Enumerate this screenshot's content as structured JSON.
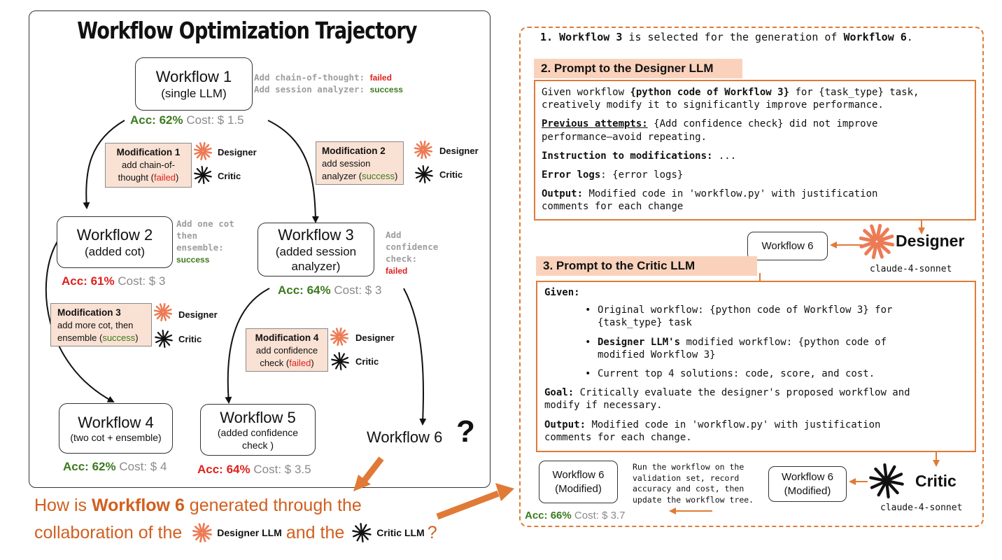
{
  "title": "Workflow Optimization Trajectory",
  "roles": {
    "designer": "Designer",
    "critic": "Critic"
  },
  "workflows": {
    "w1": {
      "name": "Workflow 1",
      "sub": "(single LLM)",
      "acc_label": "Acc:",
      "acc": "62%",
      "cost": "Cost: $ 1.5"
    },
    "w2": {
      "name": "Workflow 2",
      "sub": "(added cot)",
      "acc_label": "Acc:",
      "acc": "61%",
      "cost": "Cost: $ 3"
    },
    "w3": {
      "name": "Workflow 3",
      "sub1": "(added session",
      "sub2": "analyzer)",
      "acc_label": "Acc:",
      "acc": "64%",
      "cost": "Cost: $ 3"
    },
    "w4": {
      "name": "Workflow 4",
      "sub": "(two cot + ensemble)",
      "acc_label": "Acc:",
      "acc": "62%",
      "cost": "Cost: $ 4"
    },
    "w5": {
      "name": "Workflow 5",
      "sub1": "(added confidence",
      "sub2": "check )",
      "acc_label": "Acc:",
      "acc": "64%",
      "cost": "Cost: $ 3.5"
    },
    "w6": {
      "name": "Workflow 6",
      "mark": "?"
    }
  },
  "annotations": {
    "a1_l1": "Add chain-of-thought:",
    "a1_s1": "failed",
    "a1_l2": "Add session analyzer:",
    "a1_s2": "success",
    "a2_l1": "Add one cot",
    "a2_l2": "then",
    "a2_l3": "ensemble:",
    "a2_s": "success",
    "a3_l1": "Add",
    "a3_l2": "confidence",
    "a3_l3": "check:",
    "a3_s": "failed"
  },
  "mods": {
    "m1": {
      "title": "Modification 1",
      "l1": "add chain-of-",
      "l2": "thought (",
      "status": "failed",
      "l3": ")"
    },
    "m2": {
      "title": "Modification 2",
      "l1": "add session",
      "l2": "analyzer (",
      "status": "success",
      "l3": ")"
    },
    "m3": {
      "title": "Modification 3",
      "l1": "add more cot, then",
      "l2": "ensemble (",
      "status": "success",
      "l3": ")"
    },
    "m4": {
      "title": "Modification 4",
      "l1": "add confidence",
      "l2": "check (",
      "status": "failed",
      "l3": ")"
    }
  },
  "question": {
    "p1": "How is ",
    "bold": "Workflow 6",
    "p2": " generated through the",
    "p3": "collaboration of the",
    "designer": "Designer LLM",
    "p4": "and the",
    "critic": "Critic LLM",
    "p5": "?"
  },
  "right": {
    "step1": {
      "n": "1.",
      "a": "Workflow 3",
      "b": " is selected for the generation of ",
      "c": "Workflow 6",
      "d": "."
    },
    "step2_title": "2. Prompt to the Designer LLM",
    "designer_prompt": {
      "l1a": "Given workflow ",
      "l1b": "{python code of Workflow 3}",
      "l1c": " for {task_type} task,",
      "l2": "creatively modify it to significantly improve performance.",
      "prev_label": "Previous attempts:",
      "prev_text": " {Add confidence check} did not improve",
      "prev_text2": "performance—avoid repeating.",
      "instr_label": "Instruction to modifications:",
      "instr_text": " ...",
      "err_label": "Error logs",
      "err_text": ": {error logs}",
      "out_label": "Output:",
      "out_text": " Modified code in 'workflow.py' with justification",
      "out_text2": "comments for each change"
    },
    "wf6_box": "Workflow 6",
    "designer_big": "Designer",
    "designer_model": "claude-4-sonnet",
    "step3_title": "3. Prompt to the Critic LLM",
    "critic_prompt": {
      "given": "Given:",
      "b1a": "Original workflow: {python code of Workflow 3} for",
      "b1b": "{task_type} task",
      "b2bold": "Designer LLM's",
      "b2a": " modified workflow: {python code of",
      "b2b": "modified Workflow 3}",
      "b3": "Current top 4 solutions: code, score, and cost.",
      "goal_label": "Goal:",
      "goal_a": " Critically evaluate the designer's proposed workflow and",
      "goal_b": "modify if necessary.",
      "out_label": "Output:",
      "out_a": " Modified code in 'workflow.py' with justification",
      "out_b": "comments for each change."
    },
    "wf6_mod_l1": "Workflow 6",
    "wf6_mod_l2": "(Modified)",
    "run_l1": "Run the workflow on the",
    "run_l2": "validation set, record",
    "run_l3": "accuracy and cost, then",
    "run_l4": "update the workflow tree.",
    "critic_big": "Critic",
    "critic_model": "claude-4-sonnet",
    "acc_label": "Acc:",
    "acc": "66%",
    "cost": "Cost: $ 3.7"
  },
  "colors": {
    "orange": "#e07a36",
    "designer": "#ec7b55",
    "green": "#3c7a1e",
    "red": "#e0201c",
    "peach": "#f9e1d3"
  }
}
